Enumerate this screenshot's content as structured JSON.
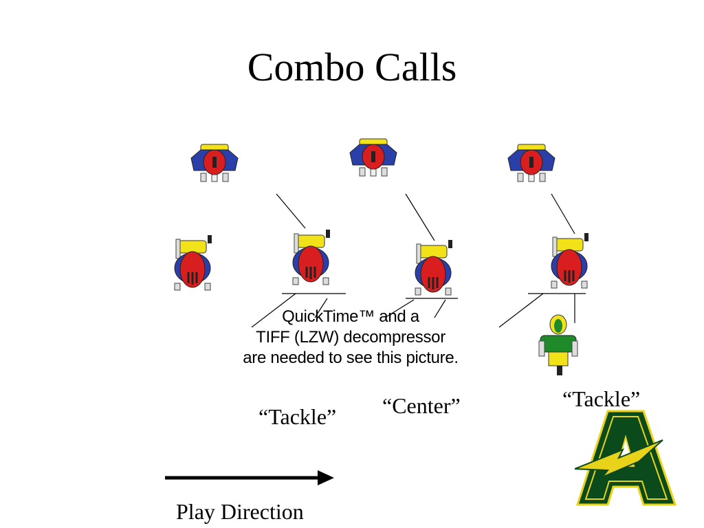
{
  "slide": {
    "title": "Combo Calls"
  },
  "quicktime_notice": {
    "line1": "QuickTime™ and a",
    "line2": "TIFF (LZW) decompressor",
    "line3": "are needed to see this picture."
  },
  "calls": {
    "left": "“Tackle”",
    "middle": "“Center”",
    "right": "“Tackle”"
  },
  "legend": {
    "play_direction": "Play Direction"
  },
  "colors": {
    "jersey_red": "#d81e1e",
    "jersey_blue": "#2b3fa8",
    "helmet_yellow": "#f2e21a",
    "runner_green": "#1f8a2a",
    "logo_green": "#0b4a1a",
    "logo_gold": "#e9d21a"
  },
  "icons": {
    "defender": "defender-icon",
    "blocker": "blocker-icon",
    "runner": "runner-icon",
    "arrow": "arrow-right-icon",
    "logo": "school-logo-a"
  }
}
